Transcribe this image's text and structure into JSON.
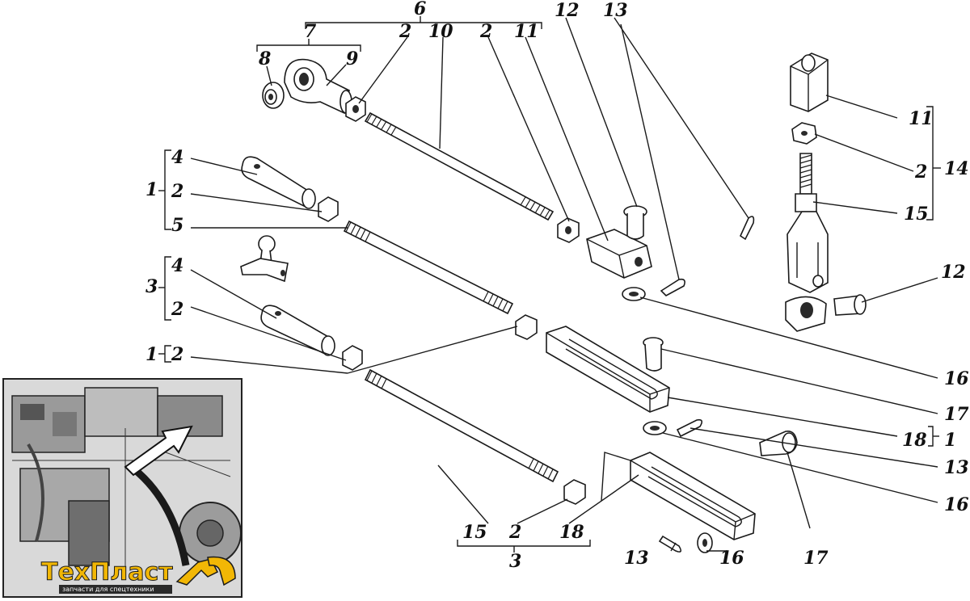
{
  "labels": {
    "l6": "6",
    "l7": "7",
    "l2a": "2",
    "l10": "10",
    "l2b": "2",
    "l11a": "11",
    "l12a": "12",
    "l13a": "13",
    "l8": "8",
    "l9": "9",
    "l1a": "1",
    "l4a": "4",
    "l2c": "2",
    "l5": "5",
    "l3a": "3",
    "l4b": "4",
    "l2d": "2",
    "l1b": "1",
    "l2e": "2",
    "l11b": "11",
    "l2f": "2",
    "l14": "14",
    "l15a": "15",
    "l12b": "12",
    "l16a": "16",
    "l17a": "17",
    "l18a": "18",
    "l1c": "1",
    "l13b": "13",
    "l16b": "16",
    "l15b": "15",
    "l2g": "2",
    "l18b": "18",
    "l3b": "3",
    "l13c": "13",
    "l16c": "16",
    "l17b": "17"
  },
  "logo": {
    "brand": "ТехПласт",
    "tagline": "запчасти для спецтехники"
  },
  "colors": {
    "logo_yellow": "#f2b705",
    "ink": "#1a1a1a"
  }
}
